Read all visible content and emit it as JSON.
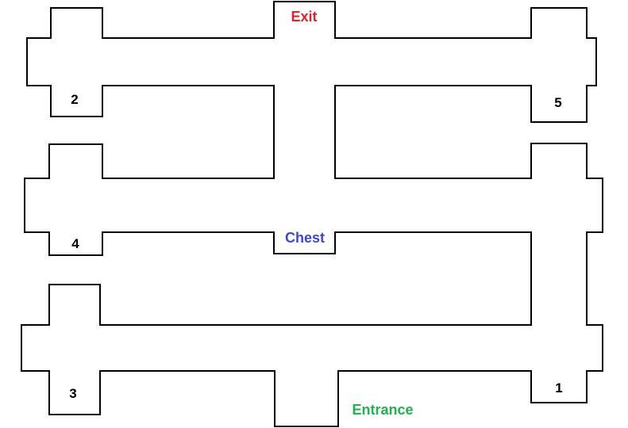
{
  "map": {
    "rooms": [
      {
        "id": "1",
        "label": "1"
      },
      {
        "id": "2",
        "label": "2"
      },
      {
        "id": "3",
        "label": "3"
      },
      {
        "id": "4",
        "label": "4"
      },
      {
        "id": "5",
        "label": "5"
      }
    ],
    "exit": {
      "label": "Exit",
      "color": "#e8202a"
    },
    "chest": {
      "label": "Chest",
      "color": "#3f48cc"
    },
    "entrance": {
      "label": "Entrance",
      "color": "#22b14c"
    },
    "wall_color": "#000000",
    "background": "#ffffff"
  }
}
